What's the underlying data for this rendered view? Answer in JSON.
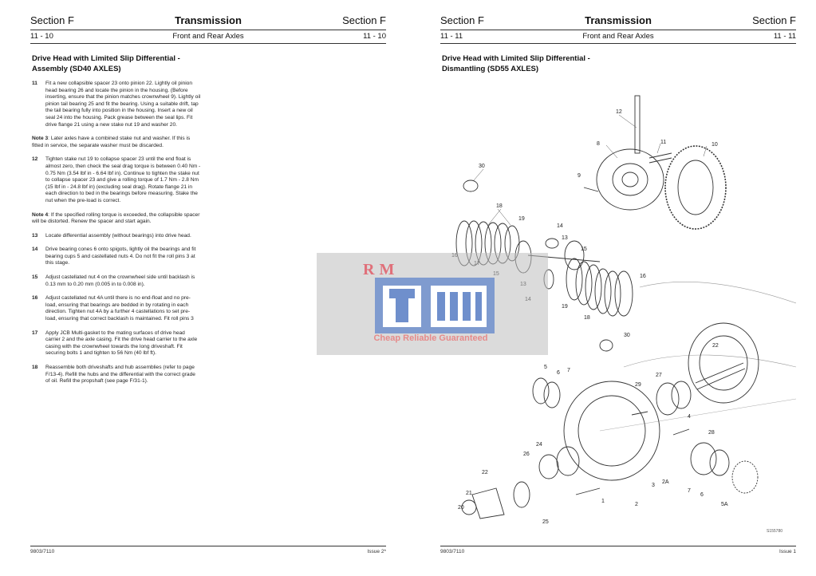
{
  "left_page": {
    "section_left": "Section F",
    "title": "Transmission",
    "section_right": "Section F",
    "page_num_left": "11 - 10",
    "subtitle": "Front and Rear Axles",
    "page_num_right": "11 - 10",
    "heading_line1": "Drive Head with Limited Slip Differential -",
    "heading_line2": "Assembly (SD40 AXLES)",
    "steps": [
      {
        "num": "11",
        "text": "Fit a new collapsible spacer 23 onto pinion 22. Lightly oil pinion head bearing 26 and locate the pinion in the housing. (Before inserting, ensure that the pinion matches crownwheel 9). Lightly oil pinion tail bearing 25 and fit the bearing. Using a suitable drift, tap the tail bearing fully into position in the housing. Insert a new oil seal 24 into the housing. Pack grease between the seal lips. Fit drive flange 21 using a new stake nut 19 and washer 20."
      },
      {
        "num": "",
        "note_label": "Note 3",
        "text": ": Later axles have a combined stake nut and washer. If this is fitted in service, the separate washer must be discarded."
      },
      {
        "num": "12",
        "text": "Tighten stake nut 19 to collapse spacer 23 until the end float is almost zero, then check the seal drag torque is between 0.40 Nm - 0.75 Nm (3.54 lbf in - 6.64 lbf in). Continue to tighten the stake nut to collapse spacer 23 and give a rolling torque of 1.7 Nm - 2.8 Nm (15 lbf in - 24.8 lbf in) (excluding seal drag). Rotate flange 21 in each direction to bed in the bearings before measuring. Stake the nut when the pre-load is correct."
      },
      {
        "num": "",
        "note_label": "Note 4",
        "text": ": If the specified rolling torque is exceeded, the collapsible spacer will be distorted. Renew the spacer and start again."
      },
      {
        "num": "13",
        "text": "Locate differential assembly (without bearings) into drive head."
      },
      {
        "num": "14",
        "text": "Drive bearing cones 6 onto spigots, lightly oil the bearings and fit bearing cups 5 and castellated nuts 4. Do not fit the roll pins 3 at this stage."
      },
      {
        "num": "15",
        "text": "Adjust castellated nut 4 on the crownwheel side until backlash is 0.13 mm to 0.20 mm (0.005 in to 0.008 in)."
      },
      {
        "num": "16",
        "text": "Adjust castellated nut 4A until there is no end-float and no pre-load, ensuring that bearings are bedded in by rotating in each direction. Tighten nut 4A by a further 4 castellations to set pre-load, ensuring that correct backlash is maintained. Fit roll pins 3"
      },
      {
        "num": "17",
        "text": "Apply JCB Multi-gasket to the mating surfaces of drive head carrier 2 and the axle casing. Fit the drive head carrier to the axle casing with the crownwheel towards the long driveshaft. Fit securing bolts 1 and tighten to 56 Nm (40 lbf ft)."
      },
      {
        "num": "18",
        "text": "Reassemble both driveshafts and hub assemblies (refer to page F/13-4). Refill the hubs and the differential with the correct grade of oil. Refill the propshaft (see page F/31-1)."
      }
    ],
    "footer_left": "9803/7110",
    "footer_right": "Issue 2*"
  },
  "right_page": {
    "section_left": "Section F",
    "title": "Transmission",
    "section_right": "Section F",
    "page_num_left": "11 - 11",
    "subtitle": "Front and Rear Axles",
    "page_num_right": "11 - 11",
    "heading_line1": "Drive Head with Limited Slip Differential -",
    "heading_line2": "Dismantling (SD55 AXLES)",
    "footer_left": "9803/7110",
    "footer_right": "Issue 1",
    "figure_code": "S155780"
  },
  "diagram": {
    "callouts": [
      "12",
      "8",
      "11",
      "10",
      "9",
      "30",
      "18",
      "19",
      "14",
      "13",
      "16",
      "17",
      "15",
      "15",
      "13",
      "14",
      "16",
      "19",
      "18",
      "30",
      "22",
      "5",
      "6",
      "7",
      "27",
      "29",
      "4",
      "28",
      "24",
      "26",
      "2A",
      "22",
      "21",
      "20",
      "25",
      "1",
      "2",
      "3",
      "7",
      "6",
      "5A"
    ]
  },
  "watermark": {
    "logo_text": "RM",
    "tagline": "Cheap Reliable Guaranteed"
  }
}
